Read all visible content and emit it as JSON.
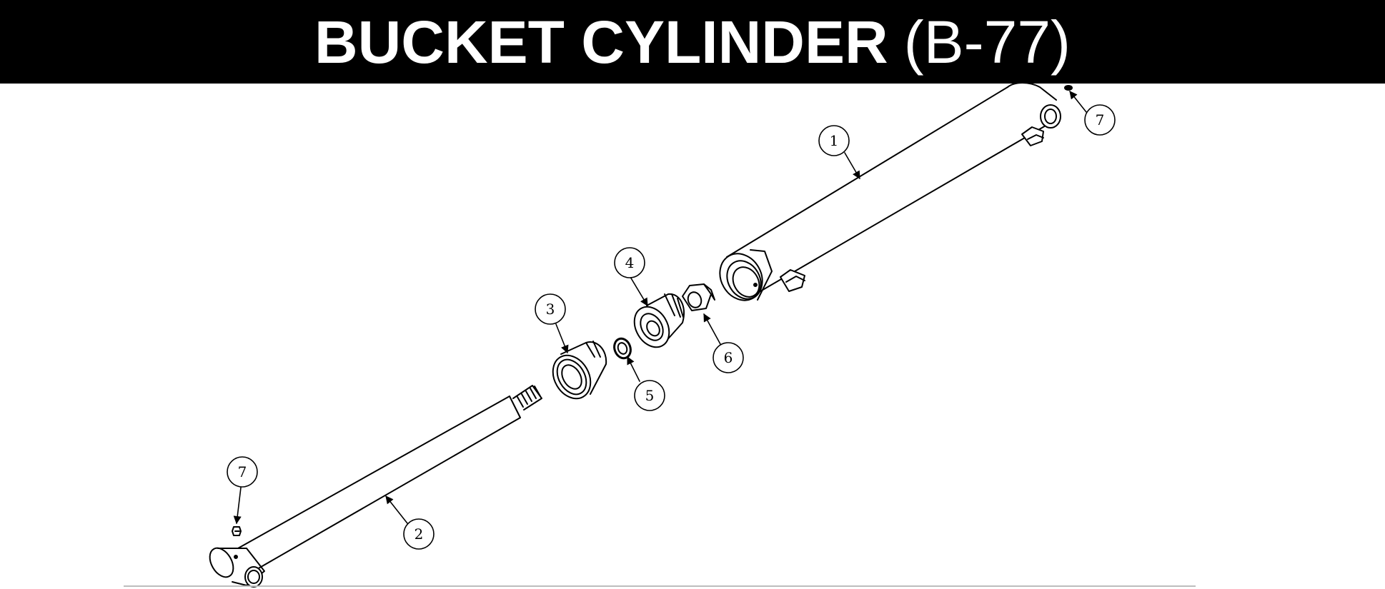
{
  "header": {
    "title_main": "BUCKET CYLINDER",
    "title_code": "(B-77)"
  },
  "callouts": [
    {
      "number": "1",
      "part": "barrel"
    },
    {
      "number": "2",
      "part": "rod"
    },
    {
      "number": "3",
      "part": "gland"
    },
    {
      "number": "4",
      "part": "piston"
    },
    {
      "number": "5",
      "part": "washer"
    },
    {
      "number": "6",
      "part": "nut"
    },
    {
      "number": "7",
      "part": "grease-fitting"
    },
    {
      "number": "7",
      "part": "grease-fitting"
    }
  ],
  "colors": {
    "header_bg": "#000000",
    "header_text": "#ffffff",
    "line": "#000000",
    "page_bg": "#ffffff"
  }
}
